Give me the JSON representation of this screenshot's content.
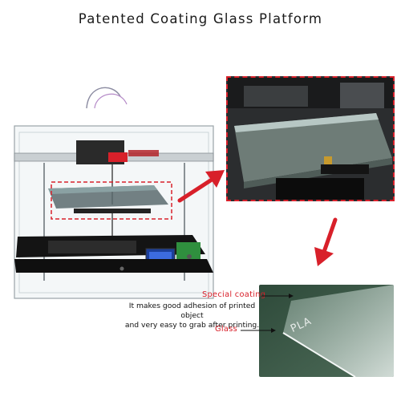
{
  "title": "Patented Coating Glass Platform",
  "callouts": {
    "special_coating": "Special coating",
    "glass": "Glass"
  },
  "description": {
    "line1": "It makes good adhesion of printed object",
    "line2": "and very easy to grab after printing."
  },
  "glass_watermark": "PLA",
  "colors": {
    "accent_red": "#d8202a",
    "glass_green": "#3e5e4a",
    "frame_dark": "#1b1b1b"
  }
}
